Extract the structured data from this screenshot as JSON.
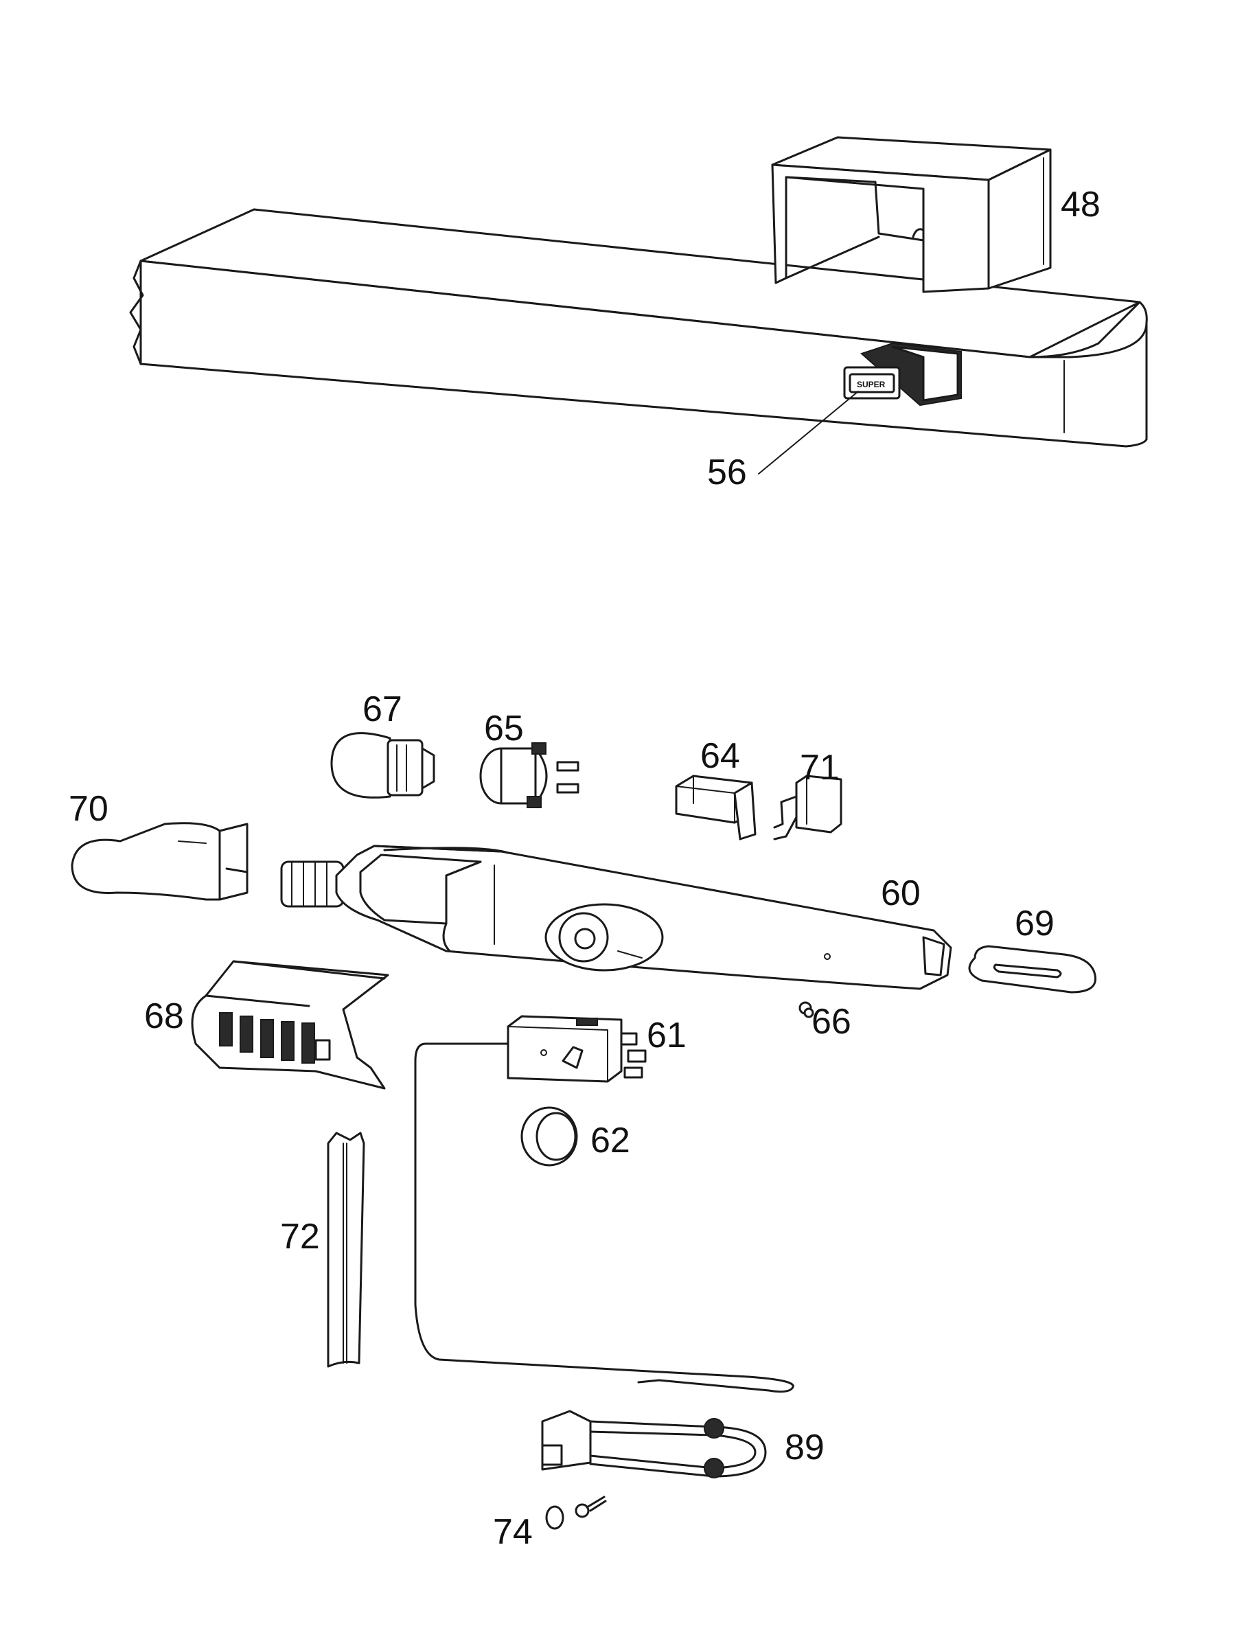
{
  "parts": {
    "p48": "48",
    "p56": "56",
    "p67": "67",
    "p65": "65",
    "p64": "64",
    "p71": "71",
    "p70": "70",
    "p60": "60",
    "p69": "69",
    "p68": "68",
    "p66": "66",
    "p61": "61",
    "p62": "62",
    "p72": "72",
    "p89": "89",
    "p74": "74"
  },
  "switch_text": "SUPER"
}
